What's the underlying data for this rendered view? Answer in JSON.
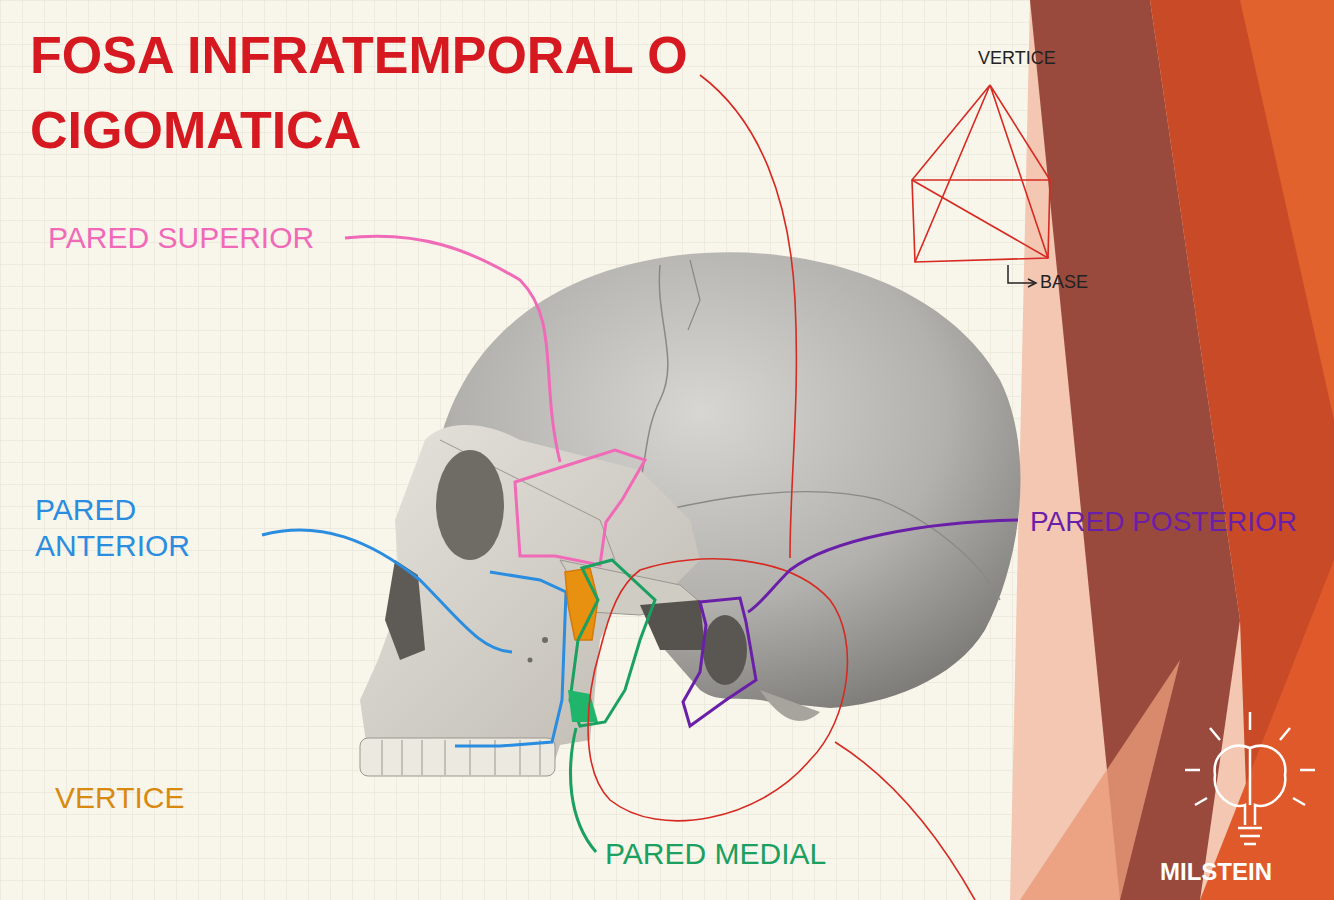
{
  "diagram": {
    "title": "FOSA INFRATEMPORAL O CIGOMATICA",
    "labels": [
      "VERTICE",
      "BASE",
      "PARED SUPERIOR",
      "PARED ANTERIOR",
      "PARED POSTERIOR",
      "VERTICE",
      "PARED MEDIAL",
      "MILSTEIN"
    ]
  }
}
